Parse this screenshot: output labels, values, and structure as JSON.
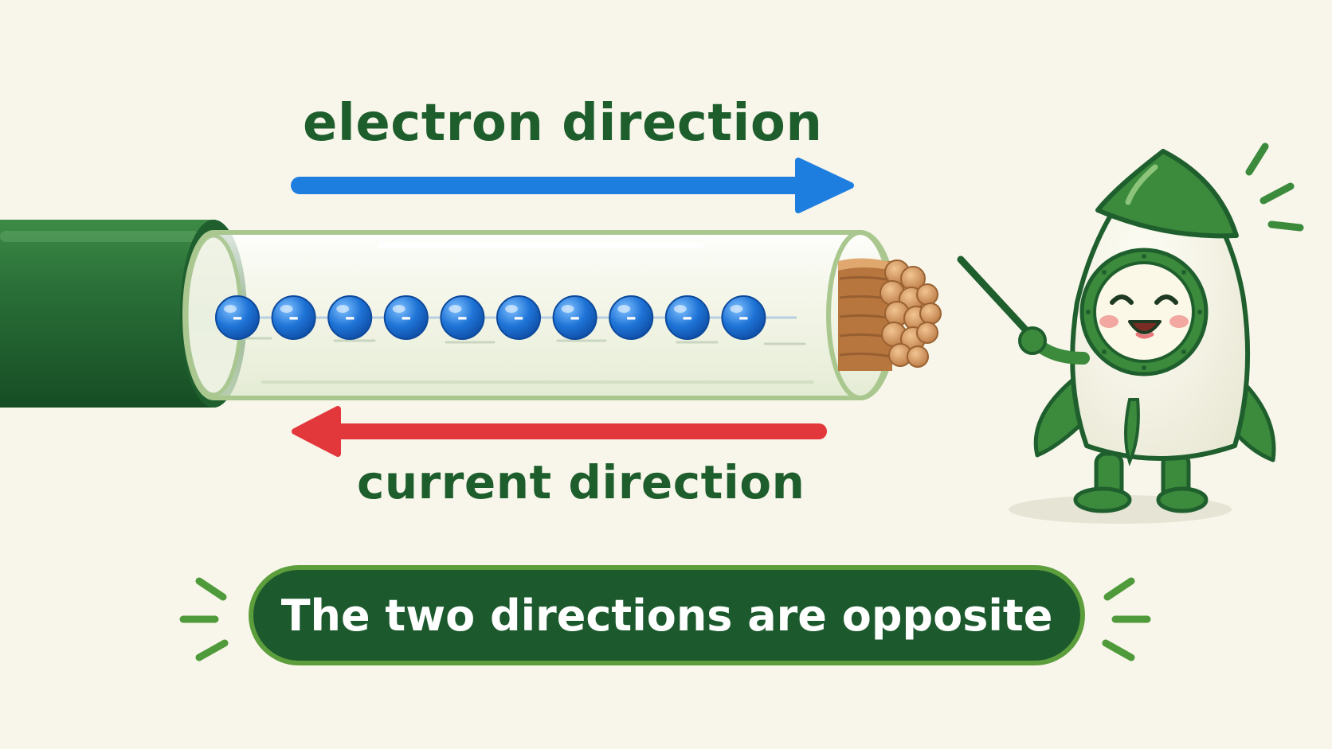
{
  "labels": {
    "electron_direction": "electron direction",
    "current_direction": "current direction"
  },
  "banner": {
    "text": "The two directions are opposite"
  },
  "electrons": {
    "count": 10,
    "charge_symbol": "–",
    "color": "#1e73d6"
  },
  "arrows": {
    "electron": {
      "direction": "right",
      "color": "#1e7ee0"
    },
    "current": {
      "direction": "left",
      "color": "#e2383b"
    }
  },
  "colors": {
    "background": "#f8f6ea",
    "text_green": "#1e5e2c",
    "insulation_green": "#1f5f2e",
    "copper": "#c98a4e",
    "banner_fill": "#1c5a2e",
    "banner_border": "#5c9d3c"
  }
}
